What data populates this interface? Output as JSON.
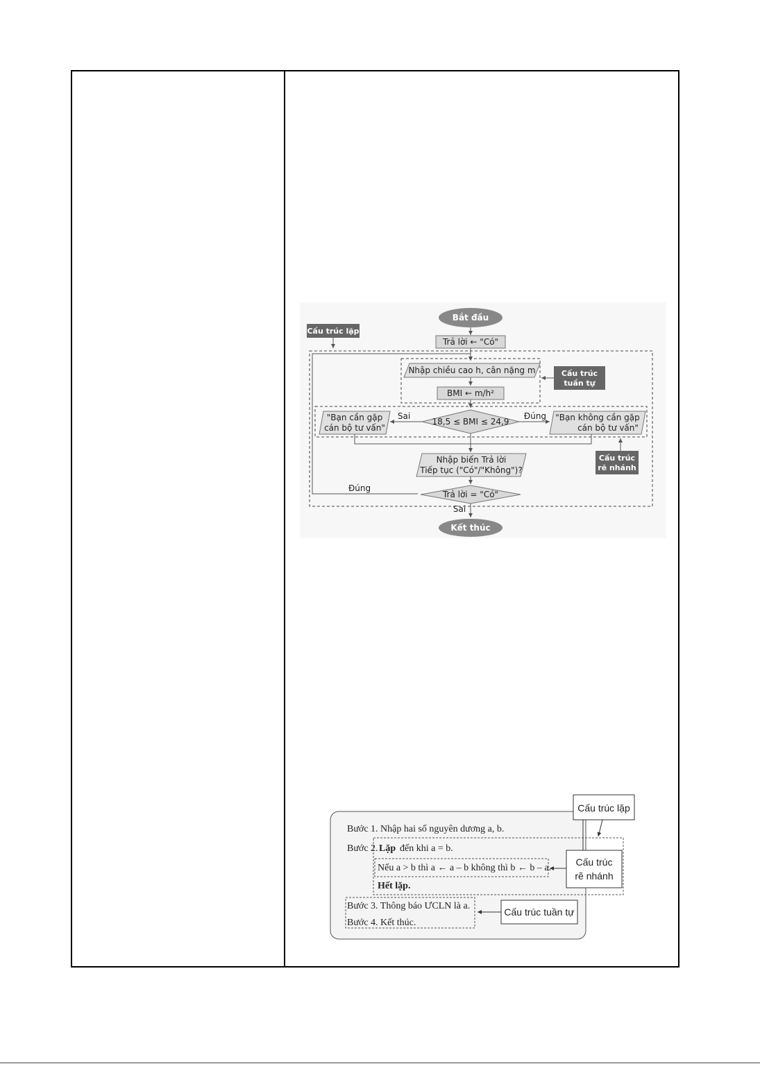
{
  "flowchart": {
    "start": "Bắt đầu",
    "init": "Trả lời ← \"Có\"",
    "input_hm": "Nhập chiều cao h, cân nặng m",
    "bmi_assign": "BMI ← m/h²",
    "condition": "18,5 ≤ BMI ≤ 24,9",
    "false_label": "Sai",
    "true_label": "Đúng",
    "output_false_line1": "\"Bạn cần gặp",
    "output_false_line2": "cán bộ tư vấn\"",
    "output_true_line1": "\"Bạn không cần gặp",
    "output_true_line2": "cán bộ tư vấn\"",
    "input_answer_line1": "Nhập biến Trả lời",
    "input_answer_line2": "Tiếp tục (\"Có\"/\"Không\")?",
    "loop_condition": "Trả lời = \"Có\"",
    "loop_true_label": "Đúng",
    "loop_false_label": "Sai",
    "end": "Kết thúc",
    "tag_loop": "Cấu trúc lặp",
    "tag_sequence_line1": "Cấu trúc",
    "tag_sequence_line2": "tuần tự",
    "tag_branch_line1": "Cấu trúc",
    "tag_branch_line2": "rẽ nhánh"
  },
  "algorithm": {
    "step1": "Bước 1. Nhập hai số nguyên dương a, b.",
    "step2_prefix": "Bước 2.",
    "step2_keyword": "Lặp",
    "step2_rest": "đến khi a = b.",
    "if_line": "Nếu a > b thì a ← a – b không thì b ← b – a.",
    "end_loop": "Hết lặp.",
    "step3": "Bước 3. Thông báo ƯCLN là a.",
    "step4": "Bước 4. Kết thúc.",
    "tag_loop": "Cấu trúc lặp",
    "tag_branch_line1": "Cấu trúc",
    "tag_branch_line2": "rẽ nhánh",
    "tag_sequence": "Cấu trúc tuần tự"
  }
}
